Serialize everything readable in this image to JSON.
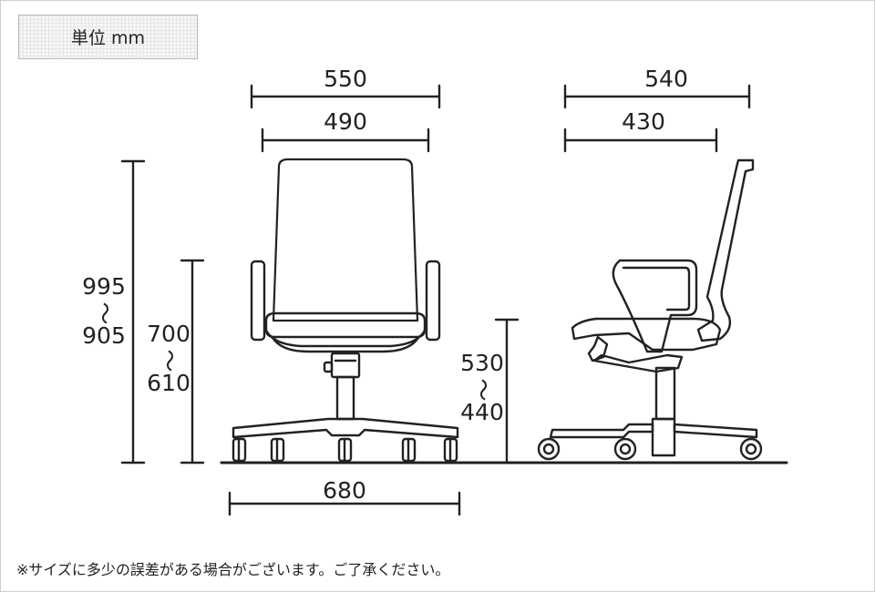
{
  "unit_label": "単位 mm",
  "dimensions": {
    "front_outer_width": "550",
    "front_seat_width": "490",
    "side_outer_depth": "540",
    "side_seat_depth": "430",
    "base_width": "680",
    "total_height_max": "995",
    "total_height_min": "905",
    "armrest_height_max": "700",
    "armrest_height_min": "610",
    "seat_height_max": "530",
    "seat_height_min": "440",
    "range_mark": "〜"
  },
  "footnote": "※サイズに多少の誤差がある場合がございます。ご了承ください。"
}
